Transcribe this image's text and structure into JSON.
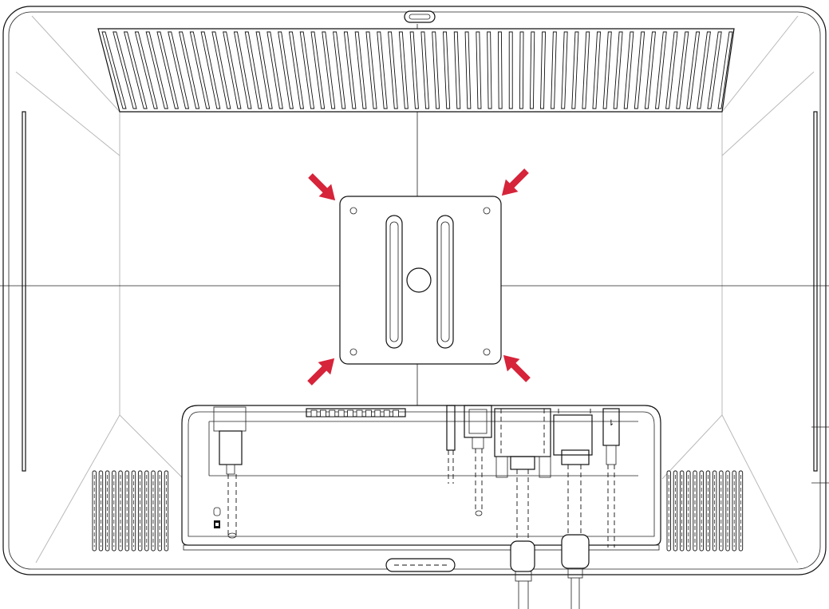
{
  "diagram": {
    "subject": "monitor-rear-view",
    "mount_arrows": 4,
    "accent_color": "#d6243a",
    "top_vent_slots": 58,
    "side_vent_slots": 12,
    "button_strip_keys": 10
  }
}
